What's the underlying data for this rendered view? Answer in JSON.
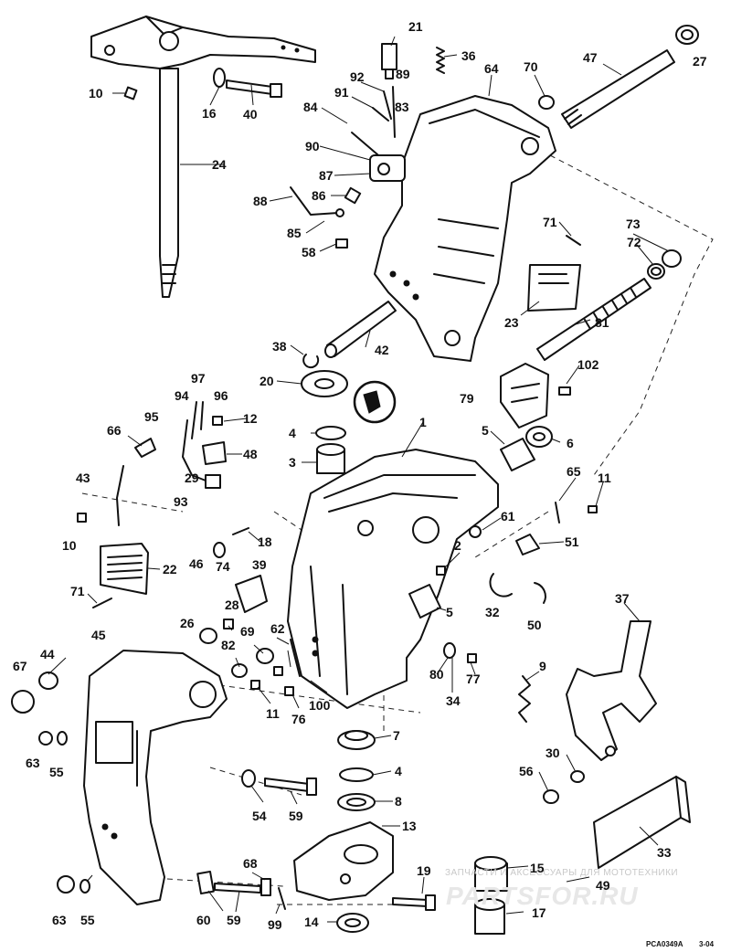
{
  "callouts": [
    {
      "id": "c21",
      "text": "21"
    },
    {
      "id": "c36",
      "text": "36"
    },
    {
      "id": "c64",
      "text": "64"
    },
    {
      "id": "c70",
      "text": "70"
    },
    {
      "id": "c47",
      "text": "47"
    },
    {
      "id": "c27",
      "text": "27"
    },
    {
      "id": "c10a",
      "text": "10"
    },
    {
      "id": "c16",
      "text": "16"
    },
    {
      "id": "c40",
      "text": "40"
    },
    {
      "id": "c92",
      "text": "92"
    },
    {
      "id": "c89",
      "text": "89"
    },
    {
      "id": "c91",
      "text": "91"
    },
    {
      "id": "c83",
      "text": "83"
    },
    {
      "id": "c84",
      "text": "84"
    },
    {
      "id": "c24",
      "text": "24"
    },
    {
      "id": "c90",
      "text": "90"
    },
    {
      "id": "c87",
      "text": "87"
    },
    {
      "id": "c86",
      "text": "86"
    },
    {
      "id": "c88",
      "text": "88"
    },
    {
      "id": "c85",
      "text": "85"
    },
    {
      "id": "c58",
      "text": "58"
    },
    {
      "id": "c71a",
      "text": "71"
    },
    {
      "id": "c73",
      "text": "73"
    },
    {
      "id": "c72",
      "text": "72"
    },
    {
      "id": "c23",
      "text": "23"
    },
    {
      "id": "c81",
      "text": "81"
    },
    {
      "id": "c38",
      "text": "38"
    },
    {
      "id": "c42",
      "text": "42"
    },
    {
      "id": "c102",
      "text": "102"
    },
    {
      "id": "c20",
      "text": "20"
    },
    {
      "id": "c97",
      "text": "97"
    },
    {
      "id": "c94",
      "text": "94"
    },
    {
      "id": "c96",
      "text": "96"
    },
    {
      "id": "c79",
      "text": "79"
    },
    {
      "id": "c95",
      "text": "95"
    },
    {
      "id": "c12",
      "text": "12"
    },
    {
      "id": "c1",
      "text": "1"
    },
    {
      "id": "c4a",
      "text": "4"
    },
    {
      "id": "c66",
      "text": "66"
    },
    {
      "id": "c48",
      "text": "48"
    },
    {
      "id": "c5a",
      "text": "5"
    },
    {
      "id": "c6",
      "text": "6"
    },
    {
      "id": "c3",
      "text": "3"
    },
    {
      "id": "c29",
      "text": "29"
    },
    {
      "id": "c43",
      "text": "43"
    },
    {
      "id": "c93",
      "text": "93"
    },
    {
      "id": "c65",
      "text": "65"
    },
    {
      "id": "c11a",
      "text": "11"
    },
    {
      "id": "c61",
      "text": "61"
    },
    {
      "id": "c10b",
      "text": "10"
    },
    {
      "id": "c18",
      "text": "18"
    },
    {
      "id": "c51",
      "text": "51"
    },
    {
      "id": "c46",
      "text": "46"
    },
    {
      "id": "c74",
      "text": "74"
    },
    {
      "id": "c2",
      "text": "2"
    },
    {
      "id": "c39",
      "text": "39"
    },
    {
      "id": "c22",
      "text": "22"
    },
    {
      "id": "c32",
      "text": "32"
    },
    {
      "id": "c5b",
      "text": "5"
    },
    {
      "id": "c71b",
      "text": "71"
    },
    {
      "id": "c28",
      "text": "28"
    },
    {
      "id": "c37",
      "text": "37"
    },
    {
      "id": "c50",
      "text": "50"
    },
    {
      "id": "c26",
      "text": "26"
    },
    {
      "id": "c69",
      "text": "69"
    },
    {
      "id": "c62",
      "text": "62"
    },
    {
      "id": "c45",
      "text": "45"
    },
    {
      "id": "c44",
      "text": "44"
    },
    {
      "id": "c67",
      "text": "67"
    },
    {
      "id": "c82",
      "text": "82"
    },
    {
      "id": "c80",
      "text": "80"
    },
    {
      "id": "c77",
      "text": "77"
    },
    {
      "id": "c9",
      "text": "9"
    },
    {
      "id": "c34",
      "text": "34"
    },
    {
      "id": "c11b",
      "text": "11"
    },
    {
      "id": "c76",
      "text": "76"
    },
    {
      "id": "c100",
      "text": "100"
    },
    {
      "id": "c7",
      "text": "7"
    },
    {
      "id": "c63a",
      "text": "63"
    },
    {
      "id": "c55a",
      "text": "55"
    },
    {
      "id": "c30",
      "text": "30"
    },
    {
      "id": "c4b",
      "text": "4"
    },
    {
      "id": "c56",
      "text": "56"
    },
    {
      "id": "c8",
      "text": "8"
    },
    {
      "id": "c54",
      "text": "54"
    },
    {
      "id": "c59a",
      "text": "59"
    },
    {
      "id": "c13",
      "text": "13"
    },
    {
      "id": "c33",
      "text": "33"
    },
    {
      "id": "c68",
      "text": "68"
    },
    {
      "id": "c19",
      "text": "19"
    },
    {
      "id": "c15",
      "text": "15"
    },
    {
      "id": "c49",
      "text": "49"
    },
    {
      "id": "c63b",
      "text": "63"
    },
    {
      "id": "c55b",
      "text": "55"
    },
    {
      "id": "c60",
      "text": "60"
    },
    {
      "id": "c59b",
      "text": "59"
    },
    {
      "id": "c99",
      "text": "99"
    },
    {
      "id": "c14",
      "text": "14"
    },
    {
      "id": "c17",
      "text": "17"
    }
  ],
  "footer": {
    "code": "PCA0349A",
    "page": "3-04"
  },
  "watermark": {
    "caption": "ЗАПЧАСТИ И АКСЕССУАРЫ ДЛЯ МОТОТЕХНИКИ",
    "logo_text": "PARTSFOR.RU"
  }
}
